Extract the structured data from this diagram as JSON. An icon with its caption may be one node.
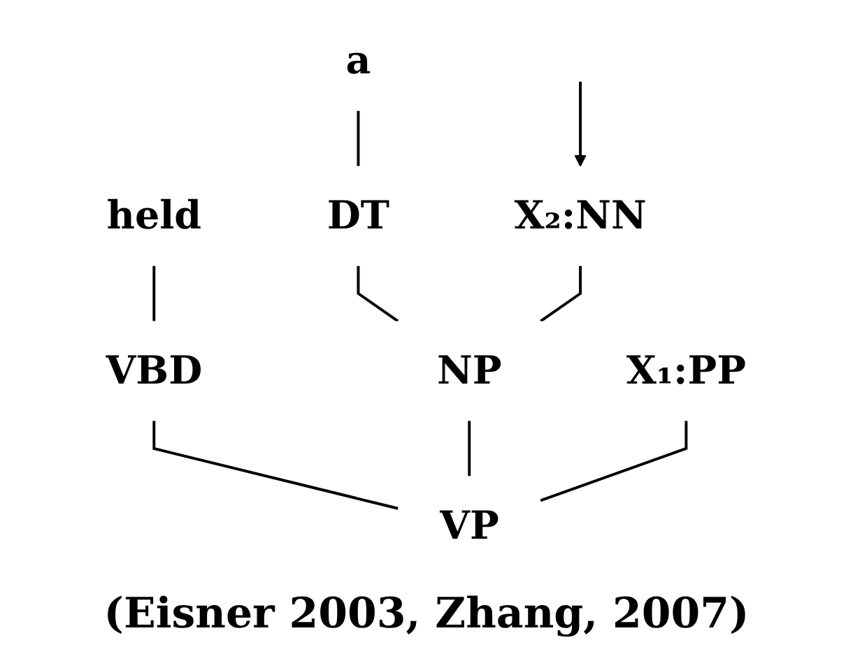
{
  "diagram": {
    "caption": "(Eisner 2003, Zhang, 2007)",
    "nodes": [
      {
        "text": [
          "held"
        ]
      },
      {
        "text": [
          "a"
        ]
      },
      {
        "text": [
          "VBD"
        ]
      },
      {
        "text": [
          "DT"
        ]
      },
      {
        "text": [
          "X₂:NN"
        ]
      },
      {
        "text": [
          "NP"
        ]
      },
      {
        "text": [
          "X₁:PP"
        ]
      },
      {
        "text": [
          "VP"
        ]
      }
    ],
    "edges": [
      {
        "from": 0,
        "to": 2,
        "arrow": "none"
      },
      {
        "from": 1,
        "to": 3,
        "arrow": "none"
      },
      {
        "from": null,
        "to": 4,
        "arrow": "to"
      },
      {
        "from": 3,
        "to": 5,
        "arrow": "none"
      },
      {
        "from": 4,
        "to": 5,
        "arrow": "none"
      },
      {
        "from": 2,
        "to": 7,
        "arrow": "none"
      },
      {
        "from": 5,
        "to": 7,
        "arrow": "none"
      },
      {
        "from": 6,
        "to": 7,
        "arrow": "none"
      }
    ]
  }
}
